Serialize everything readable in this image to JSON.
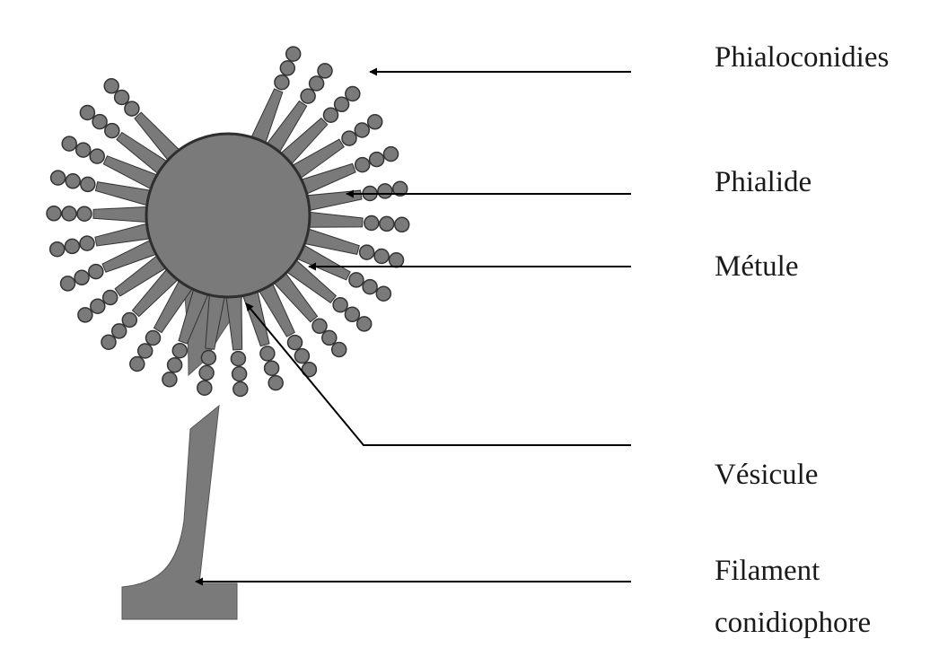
{
  "labels": {
    "phialoconidies": "Phialoconidies",
    "phialide": "Phialide",
    "metule": "Métule",
    "vesicule": "Vésicule",
    "filament": "Filament",
    "conidiophore": "conidiophore"
  },
  "colors": {
    "fill": "#7a7a7a",
    "outline": "#3a3a3a",
    "line": "#000000"
  }
}
